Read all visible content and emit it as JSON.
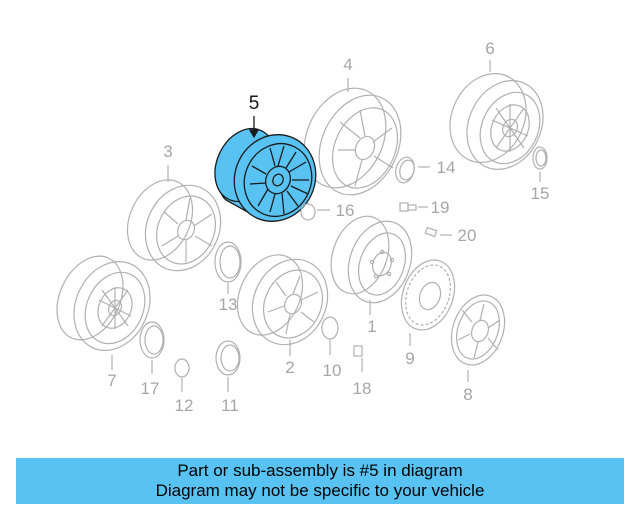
{
  "diagram": {
    "highlighted_part": "5",
    "part_labels": {
      "p1": "1",
      "p2": "2",
      "p3": "3",
      "p4": "4",
      "p5": "5",
      "p6": "6",
      "p7": "7",
      "p8": "8",
      "p9": "9",
      "p10": "10",
      "p11": "11",
      "p12": "12",
      "p13": "13",
      "p14": "14",
      "p15": "15",
      "p16": "16",
      "p17": "17",
      "p18": "18",
      "p19": "19",
      "p20": "20"
    },
    "colors": {
      "line": "#b0b0b0",
      "highlight_fill": "#58c3f3",
      "highlight_line": "#1a1a1a",
      "banner": "#58c3f3"
    }
  },
  "banner": {
    "line1": "Part or sub-assembly is #5 in diagram",
    "line2": "Diagram may not be specific to your vehicle"
  }
}
